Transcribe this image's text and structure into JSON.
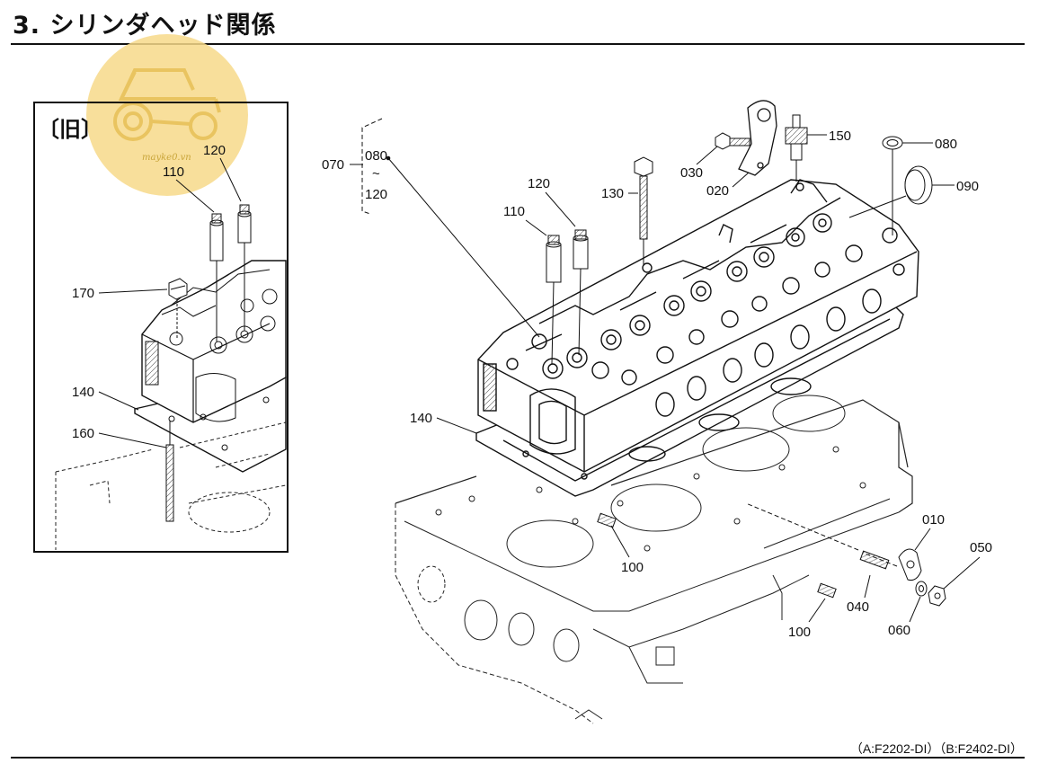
{
  "page": {
    "title": "3. シリンダヘッド関係",
    "footer": "（A:F2202-DI）（B:F2402-DI）"
  },
  "inset": {
    "heading": "〔旧〕",
    "labels": {
      "p120": "120",
      "p110": "110",
      "p170": "170",
      "p140": "140",
      "p160": "160"
    }
  },
  "main": {
    "labels": {
      "p070": "070",
      "p080_bracket": "080",
      "tilde": "~",
      "p120_bracket": "120",
      "p120": "120",
      "p110": "110",
      "p130": "130",
      "p030": "030",
      "p020": "020",
      "p150": "150",
      "p080": "080",
      "p090": "090",
      "p140": "140",
      "p100a": "100",
      "p100b": "100",
      "p040": "040",
      "p010": "010",
      "p050": "050",
      "p060": "060"
    }
  },
  "watermark": {
    "text": "mayke0.vn",
    "color": "#f7d98a"
  }
}
